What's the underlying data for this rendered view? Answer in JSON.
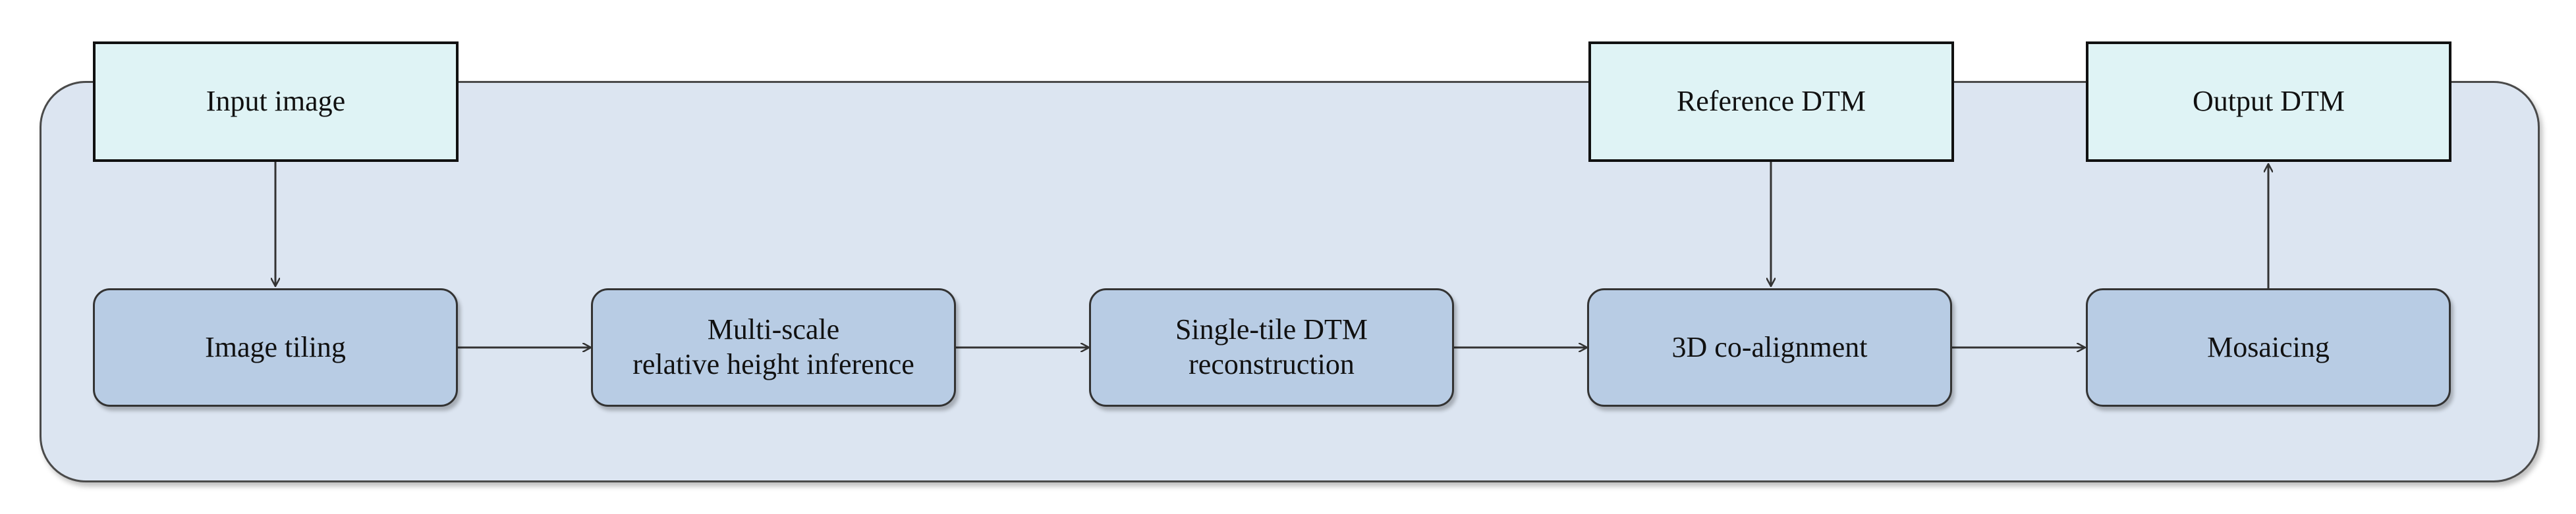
{
  "inputs": {
    "input_image": "Input image",
    "reference_dtm": "Reference DTM",
    "output_dtm": "Output DTM"
  },
  "steps": {
    "image_tiling": "Image tiling",
    "height_inference": "Multi-scale\nrelative height inference",
    "dtm_reconstruction": "Single-tile DTM\nreconstruction",
    "co_alignment": "3D co-alignment",
    "mosaicing": "Mosaicing"
  },
  "colors": {
    "container_fill": "#dce5f1",
    "io_fill": "#dff3f5",
    "step_fill": "#b8cce4",
    "arrow": "#333333"
  }
}
